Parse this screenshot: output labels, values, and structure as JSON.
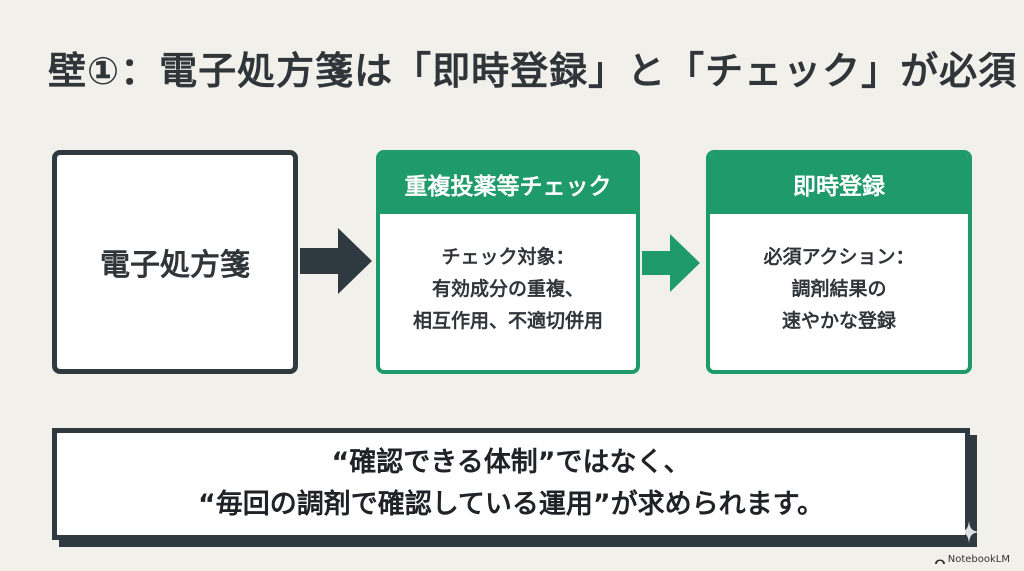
{
  "title": "壁①：電子処方箋は「即時登録」と「チェック」が必須",
  "flow": {
    "source": {
      "label": "電子処方箋"
    },
    "check": {
      "header": "重複投薬等チェック",
      "lines": [
        "チェック対象：",
        "有効成分の重複、",
        "相互作用、不適切併用"
      ]
    },
    "register": {
      "header": "即時登録",
      "lines": [
        "必須アクション：",
        "調剤結果の",
        "速やかな登録"
      ]
    }
  },
  "note": {
    "lines": [
      "“確認できる体制”ではなく、",
      "“毎回の調剤で確認している運用”が求められます。"
    ]
  },
  "brand": {
    "name": "NotebookLM"
  },
  "colors": {
    "background": "#f1f0eb",
    "dark": "#2f3a40",
    "accent_green": "#1f9a6a"
  }
}
